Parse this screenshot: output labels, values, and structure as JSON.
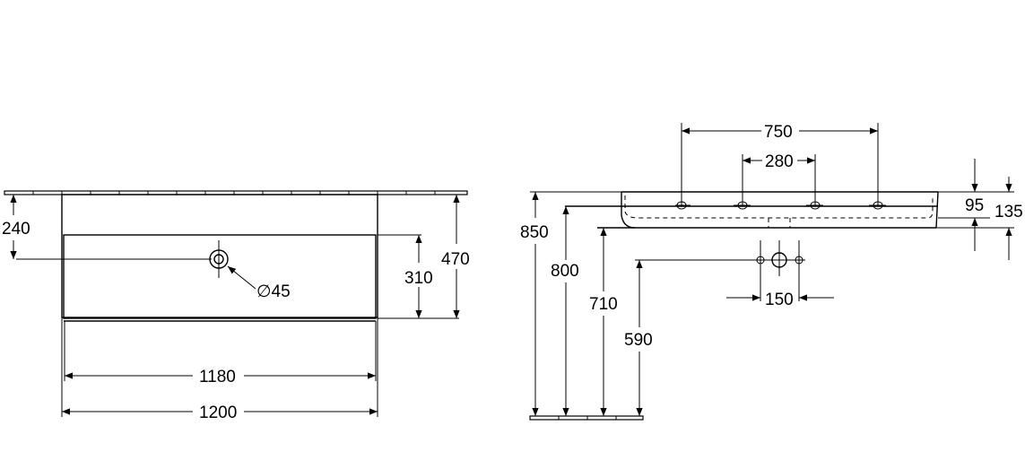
{
  "drawing": {
    "front_view": {
      "dim_height_tap": "240",
      "dim_basin_depth": "310",
      "dim_total_height": "470",
      "dim_waste_diameter": "∅45",
      "dim_inner_width": "1180",
      "dim_total_width": "1200"
    },
    "side_view": {
      "dim_tap_spacing_outer": "750",
      "dim_tap_spacing_inner": "280",
      "dim_rim_height": "850",
      "dim_basin_bottom_height": "800",
      "dim_underside_height": "710",
      "dim_waste_height": "590",
      "dim_waste_spacing": "150",
      "dim_thickness_95": "95",
      "dim_thickness_135": "135"
    }
  }
}
